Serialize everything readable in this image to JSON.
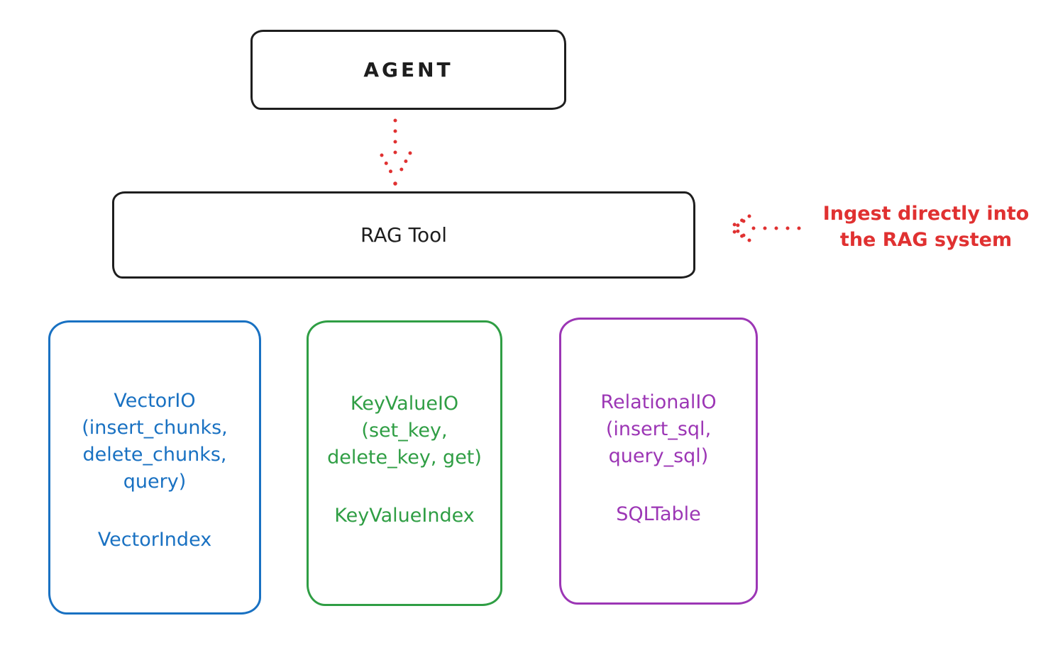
{
  "diagram": {
    "agent": {
      "label": "AGENT"
    },
    "rag_tool": {
      "label": "RAG Tool"
    },
    "annotation": {
      "line1": "Ingest directly into",
      "line2": "the RAG system"
    },
    "nodes": [
      {
        "id": "vector-io",
        "color": "#1971c2",
        "lines": [
          "VectorIO",
          "(insert_chunks,",
          "delete_chunks,",
          "query)"
        ],
        "index_label": "VectorIndex"
      },
      {
        "id": "keyvalue-io",
        "color": "#2f9e44",
        "lines": [
          "KeyValueIO",
          "(set_key,",
          "delete_key, get)"
        ],
        "index_label": "KeyValueIndex"
      },
      {
        "id": "relational-io",
        "color": "#9c36b5",
        "lines": [
          "RelationalIO",
          "(insert_sql,",
          "query_sql)"
        ],
        "index_label": "SQLTable"
      }
    ],
    "colors": {
      "outline": "#1e1e1e",
      "arrow_red": "#e03131",
      "vector_blue": "#1971c2",
      "keyvalue_green": "#2f9e44",
      "relational_purple": "#9c36b5",
      "background": "#ffffff"
    }
  }
}
